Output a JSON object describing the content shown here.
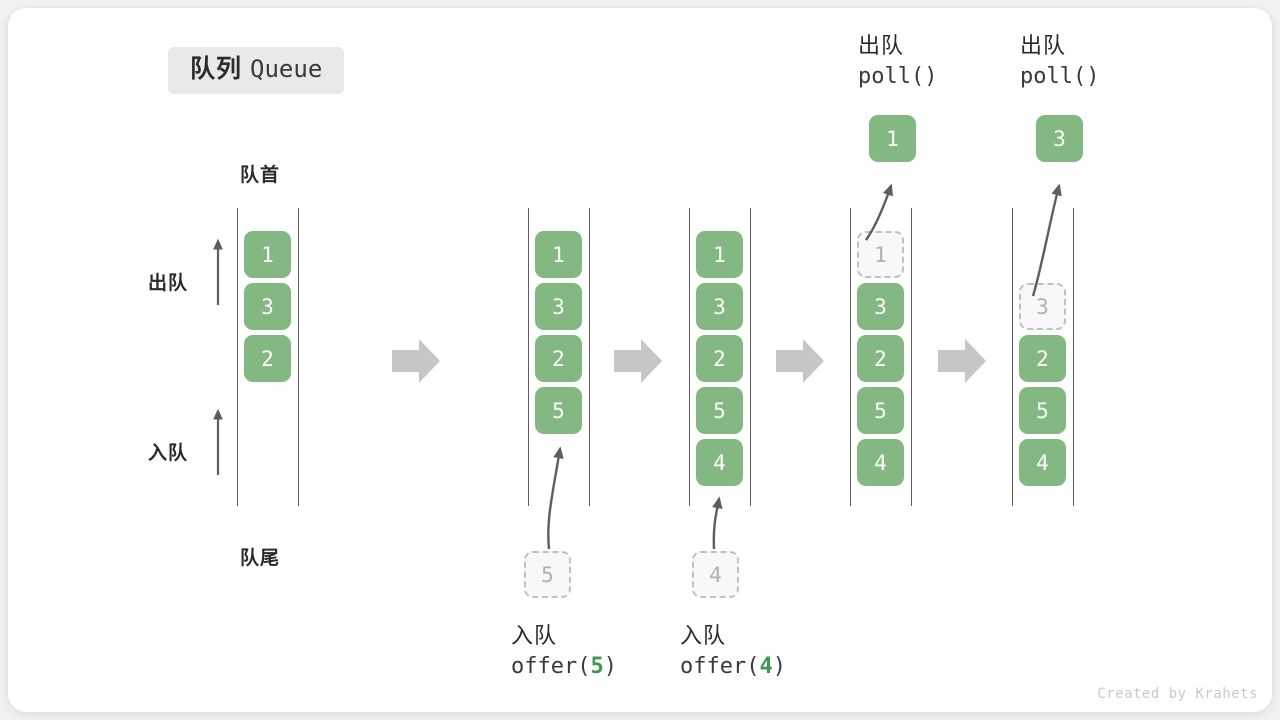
{
  "title": {
    "zh": "队列",
    "en": "Queue"
  },
  "credit": "Created by Krahets",
  "colors": {
    "element": "#84b883",
    "ghost_border": "#c0c0c0",
    "ghost_text": "#b0b0b0",
    "rail": "#5e5e5e",
    "arrow": "#5e5e5e",
    "flow_arrow": "#c6c6c6",
    "accent_arg": "#3c9a4e",
    "badge_bg": "#e9e9e9",
    "card_bg": "#ffffff",
    "page_bg": "#f2f2f2"
  },
  "annotations": {
    "head": "队首",
    "tail": "队尾",
    "dequeue": "出队",
    "enqueue": "入队"
  },
  "columns": [
    {
      "id": "initial",
      "slots": [
        {
          "value": "1",
          "state": "filled"
        },
        {
          "value": "3",
          "state": "filled"
        },
        {
          "value": "2",
          "state": "filled"
        },
        {
          "value": "",
          "state": "empty"
        },
        {
          "value": "",
          "state": "empty"
        }
      ],
      "incoming": null,
      "popped": null,
      "caption": null,
      "top_caption": null
    },
    {
      "id": "after-offer-5",
      "slots": [
        {
          "value": "1",
          "state": "filled"
        },
        {
          "value": "3",
          "state": "filled"
        },
        {
          "value": "2",
          "state": "filled"
        },
        {
          "value": "5",
          "state": "filled"
        },
        {
          "value": "",
          "state": "empty"
        }
      ],
      "incoming": {
        "value": "5"
      },
      "popped": null,
      "caption": {
        "zh": "入队",
        "fn": "offer(",
        "arg": "5",
        "close": ")"
      },
      "top_caption": null
    },
    {
      "id": "after-offer-4",
      "slots": [
        {
          "value": "1",
          "state": "filled"
        },
        {
          "value": "3",
          "state": "filled"
        },
        {
          "value": "2",
          "state": "filled"
        },
        {
          "value": "5",
          "state": "filled"
        },
        {
          "value": "4",
          "state": "filled"
        }
      ],
      "incoming": {
        "value": "4"
      },
      "popped": null,
      "caption": {
        "zh": "入队",
        "fn": "offer(",
        "arg": "4",
        "close": ")"
      },
      "top_caption": null
    },
    {
      "id": "after-poll-1",
      "slots": [
        {
          "value": "1",
          "state": "ghost"
        },
        {
          "value": "3",
          "state": "filled"
        },
        {
          "value": "2",
          "state": "filled"
        },
        {
          "value": "5",
          "state": "filled"
        },
        {
          "value": "4",
          "state": "filled"
        }
      ],
      "incoming": null,
      "popped": {
        "value": "1"
      },
      "caption": null,
      "top_caption": {
        "zh": "出队",
        "fn": "poll()"
      }
    },
    {
      "id": "after-poll-3",
      "slots": [
        {
          "value": "",
          "state": "empty"
        },
        {
          "value": "3",
          "state": "ghost"
        },
        {
          "value": "2",
          "state": "filled"
        },
        {
          "value": "5",
          "state": "filled"
        },
        {
          "value": "4",
          "state": "filled"
        }
      ],
      "incoming": null,
      "popped": {
        "value": "3"
      },
      "caption": null,
      "top_caption": {
        "zh": "出队",
        "fn": "poll()"
      }
    }
  ]
}
